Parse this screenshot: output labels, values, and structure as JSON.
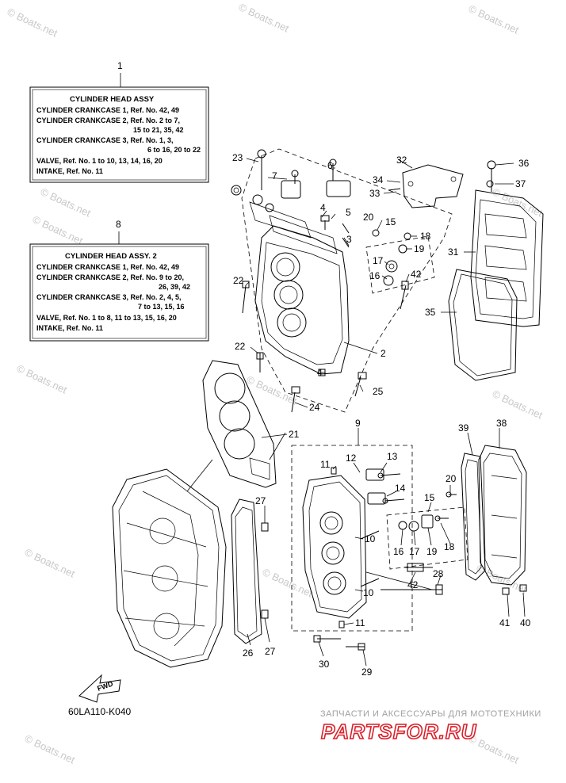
{
  "watermarks": [
    "© Boats.net",
    "© Boats.net",
    "© Boats.net",
    "© Boats.net",
    "© Boats.net",
    "© Boats.net",
    "© Boats.net",
    "© Boats.net",
    "© Boats.net",
    "© Boats.net",
    "© Boats.net",
    "© Boats.net",
    "© Boats.net",
    "© Boats.net"
  ],
  "box1": {
    "ref": "1",
    "title": "CYLINDER HEAD ASSY",
    "lines": [
      "CYLINDER CRANKCASE 1,  Ref. No. 42, 49",
      "CYLINDER CRANKCASE 2,  Ref. No. 2 to 7,",
      "15 to 21, 35, 42",
      "CYLINDER CRANKCASE 3,  Ref. No. 1, 3,",
      "6 to 16, 20 to 22",
      "VALVE,  Ref. No. 1 to 10, 13, 14, 16, 20",
      "INTAKE,  Ref. No. 11"
    ]
  },
  "box8": {
    "ref": "8",
    "title": "CYLINDER HEAD ASSY. 2",
    "lines": [
      "CYLINDER CRANKCASE 1,  Ref. No. 42, 49",
      "CYLINDER CRANKCASE 2,  Ref. No. 9 to 20,",
      "26, 39, 42",
      "CYLINDER CRANKCASE 3,  Ref. No. 2, 4, 5,",
      "7 to 13, 15, 16",
      "VALVE,  Ref. No. 1 to 8, 11 to 13, 15, 16, 20",
      "INTAKE,  Ref. No. 11"
    ]
  },
  "callouts": {
    "c23": "23",
    "c7a": "7",
    "c6a": "6",
    "c32": "32",
    "c34": "34",
    "c33": "33",
    "c36": "36",
    "c37": "37",
    "c4a": "4",
    "c5a": "5",
    "c3a": "3",
    "c20a": "20",
    "c15a": "15",
    "c18a": "18",
    "c19a": "19",
    "c17a": "17",
    "c16a": "16",
    "c42a": "42",
    "c31": "31",
    "c35": "35",
    "c22a": "22",
    "c22b": "22",
    "c4b": "4",
    "c2": "2",
    "c25": "25",
    "c24": "24",
    "c21": "21",
    "c9": "9",
    "c11a": "11",
    "c12": "12",
    "c13": "13",
    "c39": "39",
    "c38": "38",
    "c14": "14",
    "c20b": "20",
    "c15b": "15",
    "c27a": "27",
    "c10a": "10",
    "c16b": "16",
    "c17b": "17",
    "c19b": "19",
    "c18b": "18",
    "c28": "28",
    "c42b": "42",
    "c10b": "10",
    "c41": "41",
    "c40": "40",
    "c11b": "11",
    "c26": "26",
    "c27b": "27",
    "c30": "30",
    "c29": "29"
  },
  "fwd_label": "FWD",
  "diagram_code": "60LA110-K040",
  "brand": {
    "subtitle": "ЗАПЧАСТИ И АКСЕССУАРЫ ДЛЯ МОТОТЕХНИКИ",
    "logo": "PARTSFOR.RU",
    "color": "#d9202a"
  }
}
